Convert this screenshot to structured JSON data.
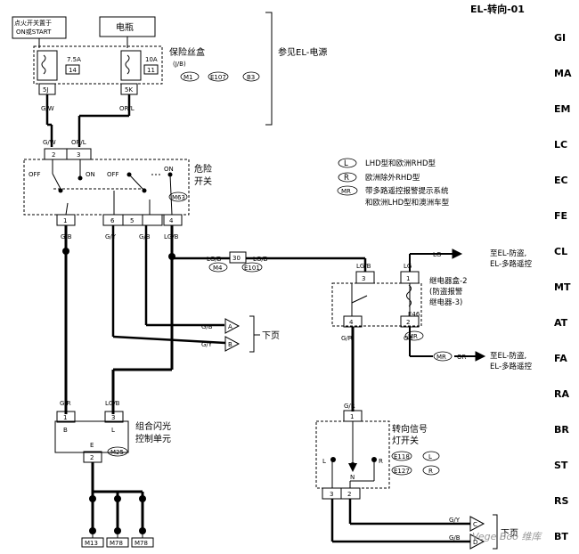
{
  "header": {
    "title": "EL-转向-01"
  },
  "side_index": [
    "GI",
    "MA",
    "EM",
    "LC",
    "EC",
    "FE",
    "CL",
    "MT",
    "AT",
    "FA",
    "RA",
    "BR",
    "ST",
    "RS",
    "BT"
  ],
  "top_boxes": {
    "ignition": "点火开关置于\nON或START",
    "battery": "电瓶"
  },
  "fuse_box": {
    "label": "保险丝盒",
    "sub": "(J/B)",
    "fuse1_amp": "7.5A",
    "fuse1_no": "14",
    "fuse2_amp": "10A",
    "fuse2_no": "11",
    "refs": [
      "M1",
      "E107",
      "B3"
    ],
    "conn1": "5J",
    "conn2": "5K",
    "see_power": "参见EL-电源"
  },
  "wires": {
    "gw": "G/W",
    "orl": "OR/L",
    "gb": "G/B",
    "gy": "G/Y",
    "lgb": "LG/B",
    "gr": "G/R",
    "lg": "LG",
    "or": "OR"
  },
  "hazard": {
    "label": "危险\n开关",
    "ref": "M63",
    "off1": "OFF",
    "on1": "ON",
    "off2": "OFF",
    "on2": "ON",
    "pins_top": [
      "2",
      "3"
    ],
    "pins_bottom": [
      "1",
      "6",
      "5",
      "4"
    ]
  },
  "legend": [
    {
      "key": "L",
      "text": "LHD型和欧洲RHD型"
    },
    {
      "key": "R",
      "text": "欧洲除外RHD型"
    },
    {
      "key": "MR",
      "text": "带多路遥控报警提示系统\n和欧洲LHD型和澳洲车型"
    }
  ],
  "relay": {
    "label": "继电器盒-2\n(防盗报警\n继电器-3)",
    "ref": "E46",
    "pins": [
      "3",
      "1",
      "4",
      "2"
    ],
    "conn": "30",
    "conn_refs": [
      "M4",
      "E101"
    ],
    "to_top": "至EL-防盗,\nEL-多路遥控",
    "to_bottom": "至EL-防盗,\nEL-多路遥控",
    "mr": "MR"
  },
  "flasher": {
    "label": "组合闪光\n控制单元",
    "ref": "M25",
    "pins": [
      "1",
      "3",
      "2"
    ],
    "letters": [
      "B",
      "L",
      "E"
    ],
    "grounds": [
      "M13",
      "M78",
      "M78"
    ]
  },
  "turn_switch": {
    "label": "转向信号\n灯开关",
    "refs": [
      "E118",
      "E127"
    ],
    "keys": [
      "L",
      "R"
    ],
    "pin_top": "1",
    "pins_bottom": [
      "3",
      "2"
    ],
    "letters": [
      "L",
      "R",
      "N"
    ]
  },
  "next_page": {
    "text": "下页",
    "arrows": [
      "A",
      "B",
      "C",
      "D"
    ]
  },
  "watermark": "Vege Boo 维库"
}
